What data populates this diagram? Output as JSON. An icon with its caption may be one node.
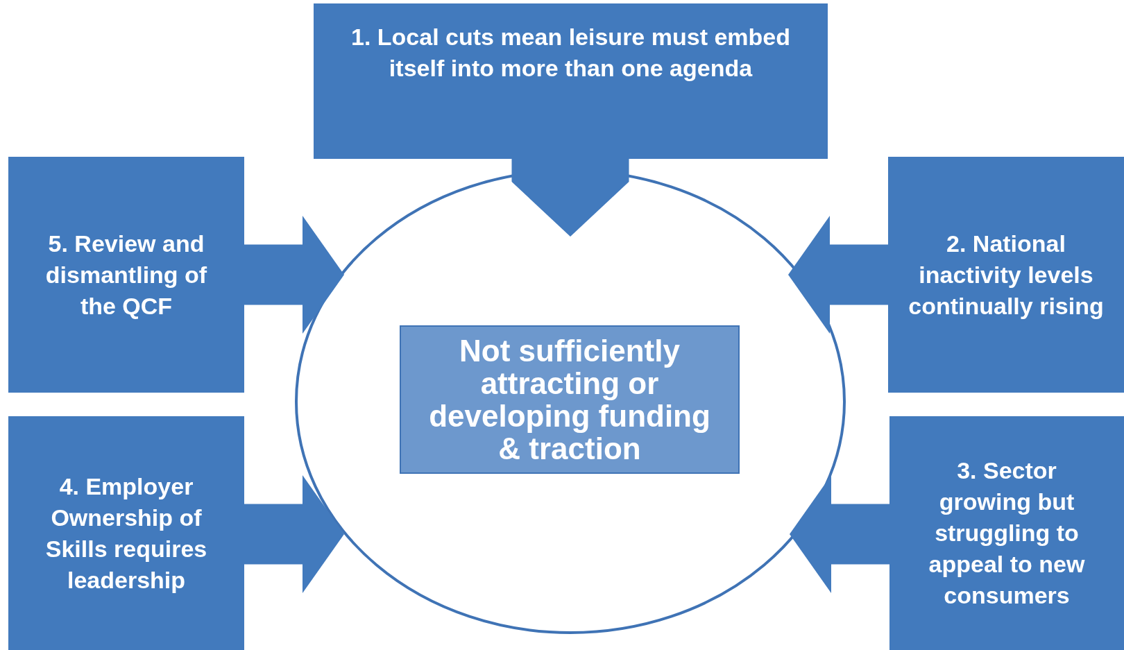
{
  "diagram": {
    "nodes": [
      {
        "text": [
          "1. Local cuts mean leisure must embed itself into more than one agenda"
        ]
      },
      {
        "text": [
          "5. Review and dismantling of the QCF"
        ]
      },
      {
        "text": [
          "2. National inactivity levels continually rising"
        ]
      },
      {
        "text": [],
        "shape": "circle"
      },
      {
        "text": [
          "Not sufficiently attracting or developing funding & traction"
        ],
        "in": 3
      },
      {
        "text": [
          "4. Employer Ownership of Skills requires leadership"
        ]
      },
      {
        "text": [
          "3. Sector growing but struggling to appeal to new consumers"
        ]
      }
    ],
    "edges": [
      {
        "from": 0,
        "to": 3,
        "arrow": "to",
        "style": "thick"
      },
      {
        "from": 1,
        "to": 3,
        "arrow": "to"
      },
      {
        "from": 2,
        "to": 3,
        "arrow": "to"
      },
      {
        "from": 5,
        "to": 3,
        "arrow": "to"
      },
      {
        "from": 6,
        "to": 3,
        "arrow": "to"
      }
    ]
  }
}
